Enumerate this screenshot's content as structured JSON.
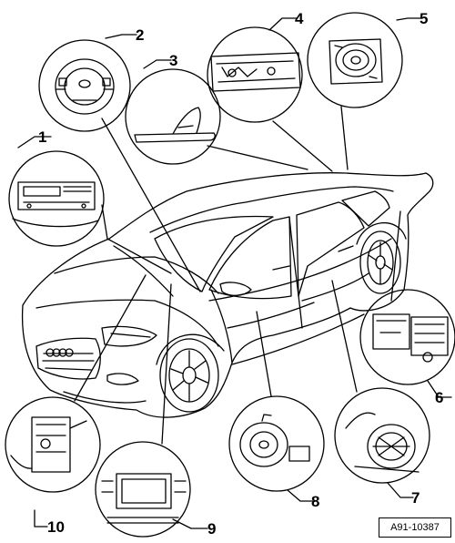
{
  "callouts": [
    {
      "number": "1"
    },
    {
      "number": "2"
    },
    {
      "number": "3"
    },
    {
      "number": "4"
    },
    {
      "number": "5"
    },
    {
      "number": "6"
    },
    {
      "number": "7"
    },
    {
      "number": "8"
    },
    {
      "number": "9"
    },
    {
      "number": "10"
    }
  ],
  "reference_code": "A91-10387"
}
